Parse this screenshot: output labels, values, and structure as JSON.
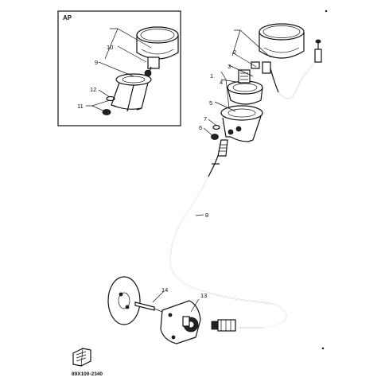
{
  "inset": {
    "title": "AP"
  },
  "callouts": {
    "p1": "1",
    "p2": "2",
    "p3": "3",
    "p4": "4",
    "p5": "5",
    "p6": "6",
    "p7": "7",
    "p8": "8",
    "p9": "9",
    "p10": "10",
    "p11": "11",
    "p12": "12",
    "p13": "13",
    "p14": "14"
  },
  "footer": {
    "code": "89X100-2340"
  }
}
